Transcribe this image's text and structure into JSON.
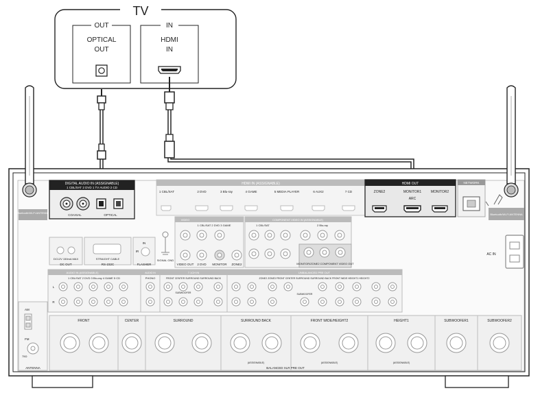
{
  "tv": {
    "title": "TV",
    "out_header": "OUT",
    "in_header": "IN",
    "optical_out_line1": "OPTICAL",
    "optical_out_line2": "OUT",
    "hdmi_in_line1": "HDMI",
    "hdmi_in_line2": "IN"
  },
  "receiver": {
    "digital_audio_header": "DIGITAL AUDIO IN (ASSIGNABLE)",
    "digital_audio_sub": "1 CBL/SAT  2 DVD  1 TV AUDIO  2 CD",
    "coaxial": "COAXIAL",
    "optical": "OPTICAL",
    "hdmi_in_header": "HDMI IN (ASSIGNABLE)",
    "hdmi_in_ports": [
      "1 CBL/SAT",
      "2 DVD",
      "3 Blu-ray",
      "4 GAME",
      "5 MEDIA PLAYER",
      "6 AUX2",
      "7 CD"
    ],
    "hdmi_out_header": "HDMI OUT",
    "hdmi_out_ports": [
      "ZONE2",
      "MONITOR1",
      "MONITOR2"
    ],
    "arc": "ARC",
    "network": "NETWORK",
    "bt_antenna_left": "Bluetooth/Wi-Fi ANTENNA",
    "bt_antenna_right": "Bluetooth/Wi-Fi ANTENNA",
    "component_video_header": "COMPONENT VIDEO IN (ASSIGNABLE)",
    "component_video_sub1": "1 CBL/SAT",
    "component_video_sub2": "2 Blu-ray",
    "component_video_out": "MONITOR/ZONE2 COMPONENT VIDEO OUT",
    "dc_out": "DC OUT",
    "dc_out_sub": "DC12V 150mA MAX",
    "rs232c": "RS-232C",
    "straight_cable": "STRAIGHT CABLE",
    "flasher": "FLASHER",
    "ir": "IR",
    "in": "IN",
    "signal_gnd": "SIGNAL GND",
    "audio_in_header": "AUDIO IN (ASSIGNABLE)",
    "audio_in_ports": "1 CBL/SAT  2 DVD  3 Blu-ray  4 GAME  5 CD",
    "audio_in_phono": "AUDIO IN",
    "phono": "PHONO",
    "ch71_in": "7.1CH IN",
    "ch71_ports": "FRONT  CENTER  SURROUND  SURROUND BACK",
    "subwoofer_small": "SUBWOOFER",
    "unbalanced_pre_out": "UNBALANCED PRE OUT",
    "unbalanced_ports": "ZONE2  ZONE3  FRONT  CENTER  SURROUND  SURROUND BACK  FRONT WIDE  HEIGHT1  HEIGHT2",
    "video_header": "VIDEO",
    "video_ports": "1 CBL/SAT  2 DVD  3 GAME",
    "video_out": "VIDEO OUT",
    "monitor": "MONITOR",
    "zone2": "ZONE2",
    "dvd2": "2 DVD",
    "ac_in": "AC IN",
    "am": "AM",
    "fm": "FM",
    "fm_ohm": "75Ω",
    "antenna": "ANTENNA",
    "balanced_pre_out": "BALANCED XLR PRE OUT",
    "balanced_sections": [
      "FRONT",
      "CENTER",
      "SURROUND",
      "SURROUND BACK",
      "FRONT WIDE/HEIGHT2",
      "HEIGHT1",
      "SUBWOOFER1",
      "SUBWOOFER2"
    ],
    "assignable": "(ASSIGNABLE)",
    "lr_left": "L",
    "lr_right": "R"
  }
}
